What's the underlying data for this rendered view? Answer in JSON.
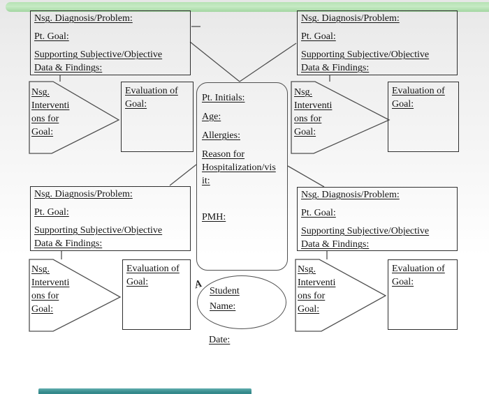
{
  "colors": {
    "top_bar_green": "#b6e2b4",
    "bottom_bar_teal": "#34898b",
    "shape_outline": "#4f4f4f",
    "box_border": "#2e2e2e",
    "text": "#121212"
  },
  "diagnosis_box": {
    "problem_label": "Nsg. Diagnosis/Problem:",
    "goal_label": "Pt. Goal:",
    "supporting_label": "Supporting Subjective/Objective\nData & Findings:"
  },
  "interventions_arrow": {
    "label": "Nsg.\nInterventi\nons for\nGoal:"
  },
  "evaluation_box": {
    "label": "Evaluation of\nGoal:"
  },
  "patient_panel": {
    "initials_label": "Pt. Initials:",
    "age_label": "Age:",
    "allergies_label": "Allergies:",
    "reason_label": "Reason for\nHospitalization/vis\nit:",
    "pmh_label": "PMH:"
  },
  "student_ellipse": {
    "label": "Student\nName:"
  },
  "date_label": "Date:",
  "icons": {
    "object_anchor": "A"
  }
}
